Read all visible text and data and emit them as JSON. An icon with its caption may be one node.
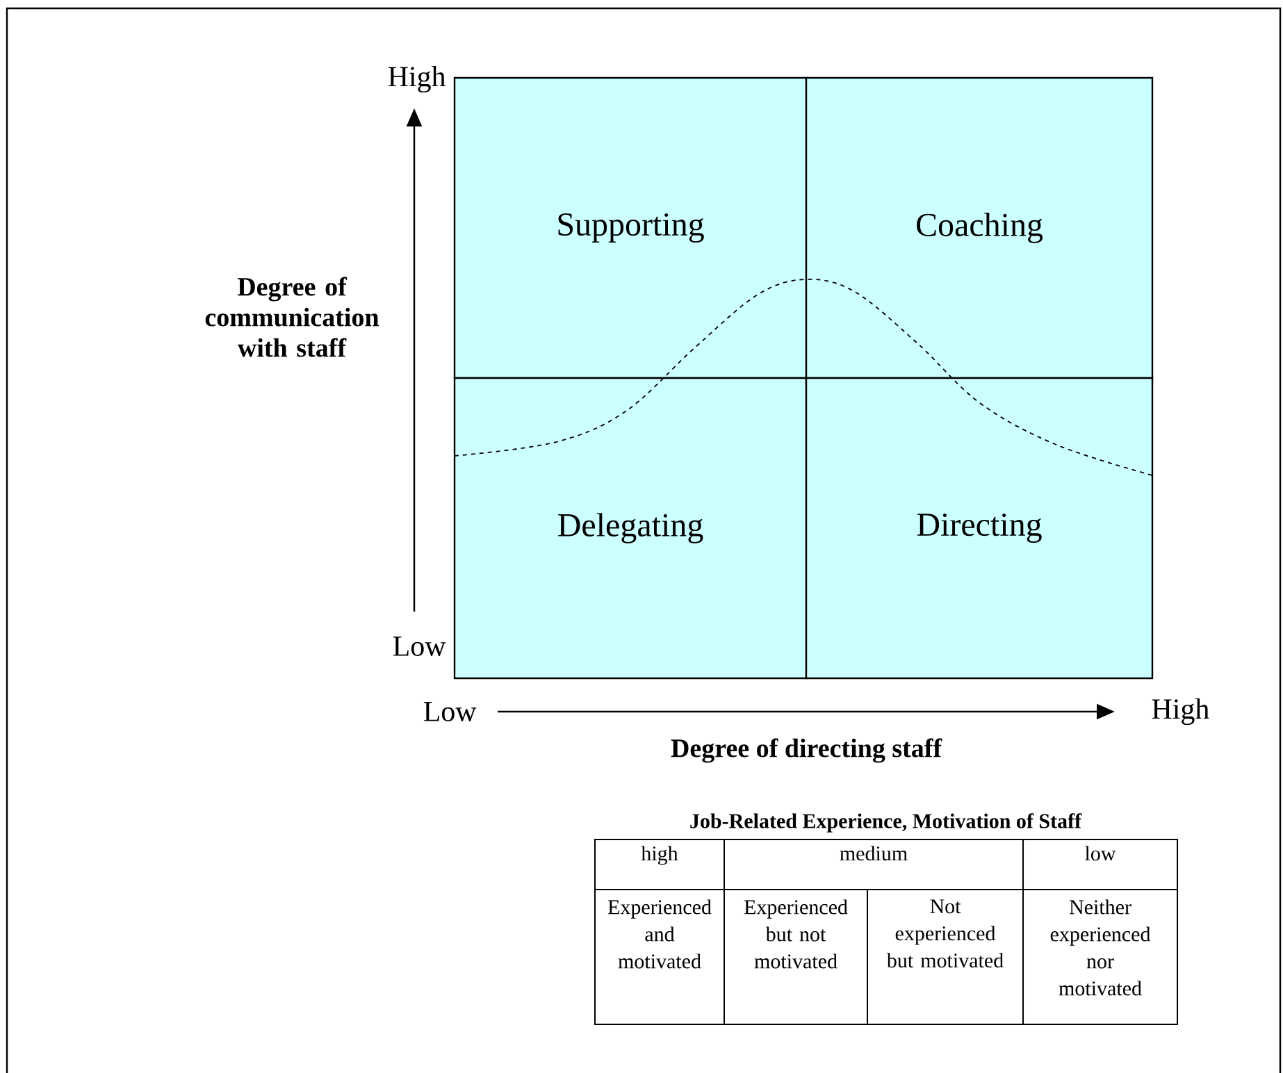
{
  "diagram": {
    "nodes": [
      {
        "text": [
          "Supporting"
        ]
      },
      {
        "text": [
          "Coaching"
        ]
      },
      {
        "text": [
          "Delegating"
        ]
      },
      {
        "text": [
          "Directing"
        ]
      }
    ],
    "labels": [
      "High",
      "Degree of communication with staff",
      "Low",
      "Low",
      "High",
      "Degree of directing staff",
      "Job-Related Experience, Motivation of Staff",
      "high",
      "medium",
      "low",
      "Experienced and motivated",
      "Experienced but not motivated",
      "Not experienced but motivated",
      "Neither experienced nor motivated"
    ]
  }
}
